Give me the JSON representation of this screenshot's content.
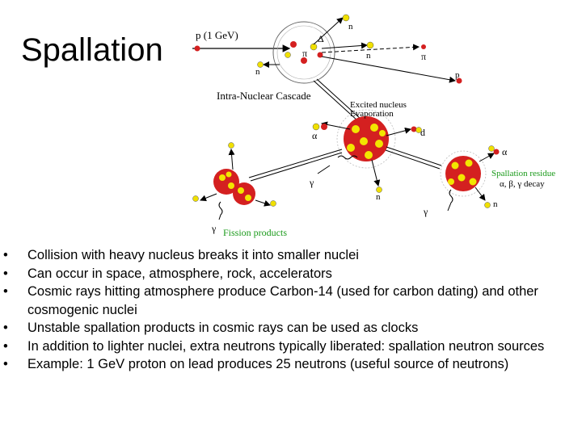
{
  "slide": {
    "title": "Spallation",
    "bullets": [
      "Collision with heavy nucleus breaks it into smaller nuclei",
      "Can occur in space, atmosphere, rock, accelerators",
      "Cosmic rays hitting atmosphere produce Carbon-14 (used for carbon dating) and other cosmogenic nuclei",
      "Unstable spallation products in cosmic rays can be used as clocks",
      "In addition to lighter nuclei, extra neutrons typically liberated: spallation neutron sources",
      "Example: 1 GeV proton on lead produces 25 neutrons (useful source of neutrons)"
    ],
    "bullet_symbol": "•"
  },
  "diagram": {
    "incoming_label": "p (1 GeV)",
    "cascade_label": "Intra-Nuclear Cascade",
    "excited_label_line1": "Excited nucleus",
    "excited_label_line2": "Evaporation",
    "fission_label": "Fission products",
    "residue_label": "Spallation residue",
    "decay_label": "α, β, γ  decay",
    "n": "n",
    "p": "p",
    "pi": "π",
    "delta": "Δ",
    "alpha": "α",
    "gamma": "γ",
    "d": "d",
    "colors": {
      "nucleon_red": "#d42020",
      "nucleon_yellow": "#f2e600",
      "green_label": "#1a9a1a",
      "particle_yellow": "#f0e000"
    }
  }
}
